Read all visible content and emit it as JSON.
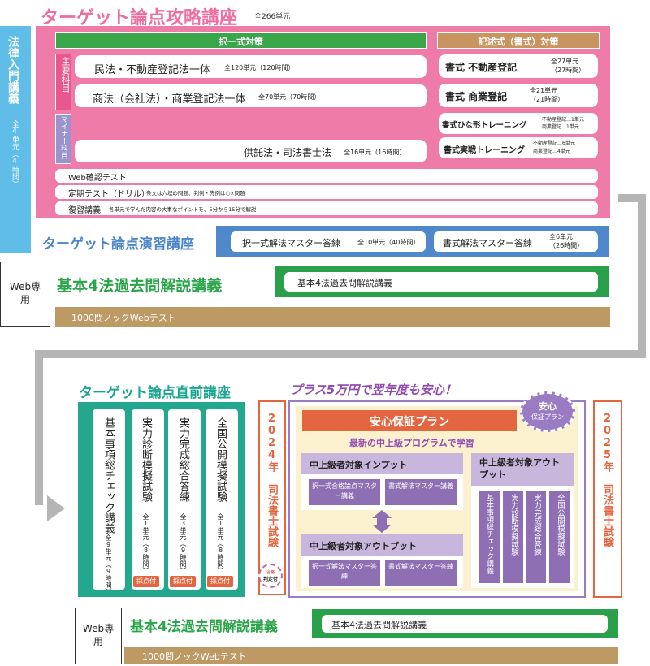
{
  "colors": {
    "pink": "#ef7ca8",
    "pink_dark": "#e95a92",
    "left_blue": "#5fbde8",
    "teal": "#23a88d",
    "green": "#2aa04a",
    "blue": "#4f89cc",
    "tan": "#bd9a64",
    "gray": "#b5b5b5",
    "purple": "#8f6fb3",
    "orange": "#e36640",
    "cream": "#fcf1cf"
  },
  "side_label": {
    "title": "法律入門講義",
    "sub": "全4単元（4時間）"
  },
  "web_only": "Web専用",
  "section1": {
    "title": "ターゲット論点攻略講座",
    "total": "全266単元",
    "header_left": "択一式対策",
    "header_right": "記述式（書式）対策",
    "main_label": "主要科目",
    "minor_label": "マイナー科目",
    "rows": [
      {
        "name": "民法・不動産登記法一体",
        "note": "全120単元（120時間）"
      },
      {
        "name": "商法（会社法）・商業登記法一体",
        "note": "全70単元（70時間）"
      },
      {
        "name": "供託法・司法書士法",
        "note": "全16単元（16時間）"
      }
    ],
    "right_rows": [
      {
        "name": "書式 不動産登記",
        "note1": "全27単元",
        "note2": "（27時間）"
      },
      {
        "name": "書式 商業登記",
        "note1": "全21単元",
        "note2": "（21時間）"
      },
      {
        "name": "書式ひな形トレーニング",
        "note1": "不動産登記…1単元",
        "note2": "商業登記…1単元"
      },
      {
        "name": "書式実戦トレーニング",
        "note1": "不動産登記…6単元",
        "note2": "商業登記…4単元"
      }
    ],
    "bottom_rows": [
      {
        "name": "Web確認テスト",
        "note": ""
      },
      {
        "name": "定期テスト（ドリル）",
        "note": "条文は穴埋め問題、判例・先例は○×問題"
      },
      {
        "name": "復習講義",
        "note": "各単元で学んだ内容の大事なポイントを、5分から15分で解説"
      }
    ]
  },
  "section2": {
    "title": "ターゲット論点演習講座",
    "left_name": "択一式解法マスター答練",
    "left_note": "全10単元（40時間）",
    "right_name": "書式解法マスター答練",
    "right_note1": "全6単元",
    "right_note2": "（26時間）"
  },
  "kako1": {
    "title": "基本4法過去問解説講義",
    "box": "基本4法過去問解説講義",
    "webtest": "1000問ノックWebテスト"
  },
  "section3": {
    "title": "ターゲット論点直前講座",
    "cols": [
      {
        "name": "基本事項総チェック講義",
        "note": "全9単元（9時間）",
        "badge": ""
      },
      {
        "name": "実力診断模擬試験",
        "note": "全1単元（8時間）",
        "badge": "採点付"
      },
      {
        "name": "実力完成総合答練",
        "note": "全3単元（9時間）",
        "badge": "採点付"
      },
      {
        "name": "全国公開模擬試験",
        "note": "全1単元（8時間）",
        "badge": "採点付"
      }
    ],
    "exam2024": "2024年 司法書士試験",
    "circle_badge_top": "合格",
    "circle_badge_bottom": "判定付"
  },
  "plus": {
    "headline": "プラス5万円で翌年度も安心！",
    "plan": "安心保証プラン",
    "stamp_top": "安心",
    "stamp_bottom": "保証プラン",
    "subtitle": "最新の中上級プログラムで学習",
    "input_title": "中上級者対象インプット",
    "input_items": [
      "択一式合格論点マスター講義",
      "書式解法マスター講義"
    ],
    "output_title": "中上級者対象アウトプット",
    "output_items": [
      "択一式解法マスター答練",
      "書式解法マスター答練"
    ],
    "right_title": "中上級者対象アウトプット",
    "right_items": [
      "基本事項総チェック講義",
      "実力診断模擬試験",
      "実力完成総合答練",
      "全国公開模擬試験"
    ],
    "exam2025": "2025年 司法書士試験"
  },
  "kako2": {
    "title": "基本4法過去問解説講義",
    "box": "基本4法過去問解説講義",
    "webtest": "1000問ノックWebテスト"
  }
}
